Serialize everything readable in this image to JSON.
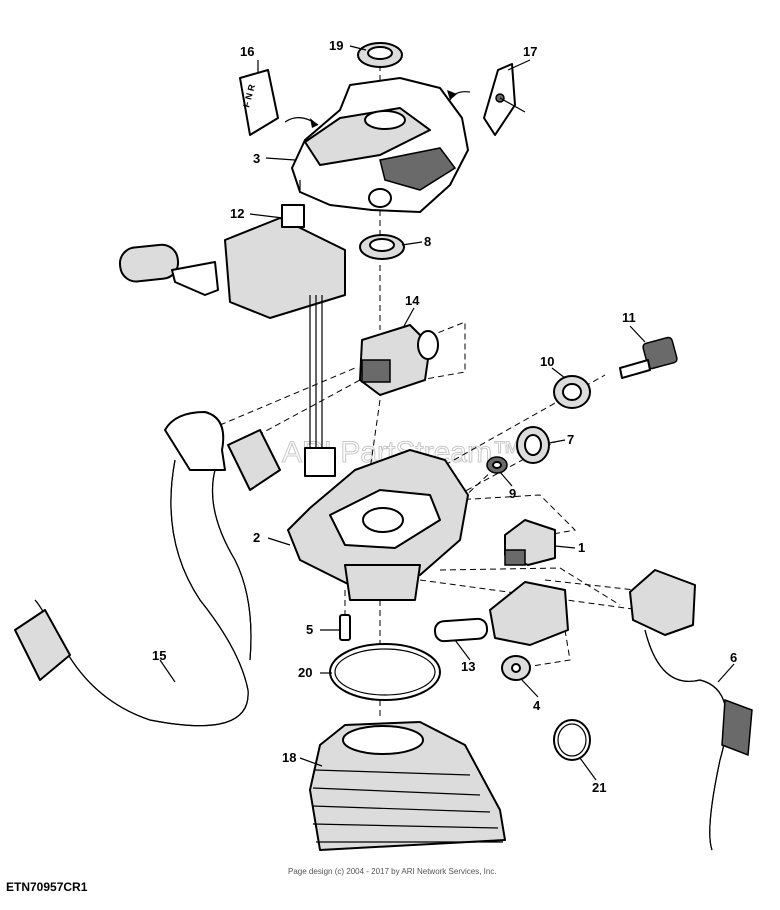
{
  "figure_id": "ETN70957CR1",
  "watermark": "ARI PartStream™",
  "copyright": "Page design (c) 2004 - 2017 by ARI Network Services, Inc.",
  "callouts": [
    {
      "id": "c1",
      "text": "1"
    },
    {
      "id": "c2",
      "text": "2"
    },
    {
      "id": "c3",
      "text": "3"
    },
    {
      "id": "c4",
      "text": "4"
    },
    {
      "id": "c5",
      "text": "5"
    },
    {
      "id": "c6",
      "text": "6"
    },
    {
      "id": "c7",
      "text": "7"
    },
    {
      "id": "c8",
      "text": "8"
    },
    {
      "id": "c9",
      "text": "9"
    },
    {
      "id": "c10",
      "text": "10"
    },
    {
      "id": "c11",
      "text": "11"
    },
    {
      "id": "c12",
      "text": "12"
    },
    {
      "id": "c13",
      "text": "13"
    },
    {
      "id": "c14",
      "text": "14"
    },
    {
      "id": "c15",
      "text": "15"
    },
    {
      "id": "c16",
      "text": "16"
    },
    {
      "id": "c17",
      "text": "17"
    },
    {
      "id": "c18",
      "text": "18"
    },
    {
      "id": "c19",
      "text": "19"
    },
    {
      "id": "c20",
      "text": "20"
    },
    {
      "id": "c21",
      "text": "21"
    }
  ],
  "decal_16": "F N R",
  "colors": {
    "line": "#000000",
    "shade": "#dcdcdc",
    "dark": "#6a6a6a",
    "watermark": "#c8c8c8"
  }
}
